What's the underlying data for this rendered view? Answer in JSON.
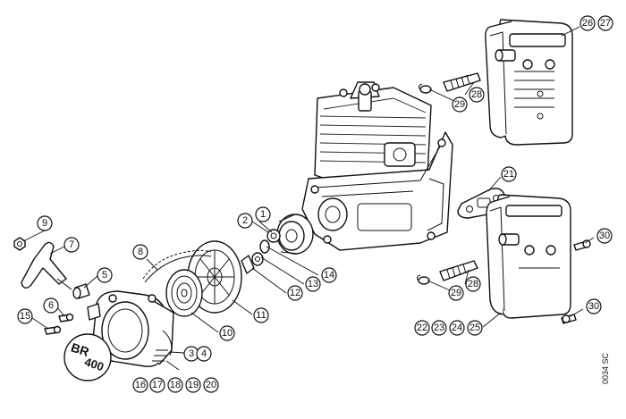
{
  "diagram": {
    "code": "0034 SC",
    "callouts": [
      "1",
      "2",
      "3",
      "4",
      "5",
      "6",
      "7",
      "8",
      "9",
      "10",
      "11",
      "12",
      "13",
      "14",
      "15",
      "16",
      "17",
      "18",
      "19",
      "20",
      "21",
      "22",
      "23",
      "24",
      "25",
      "26",
      "27",
      "28",
      "29",
      "30"
    ],
    "cover_text": [
      "BR",
      "400"
    ]
  }
}
